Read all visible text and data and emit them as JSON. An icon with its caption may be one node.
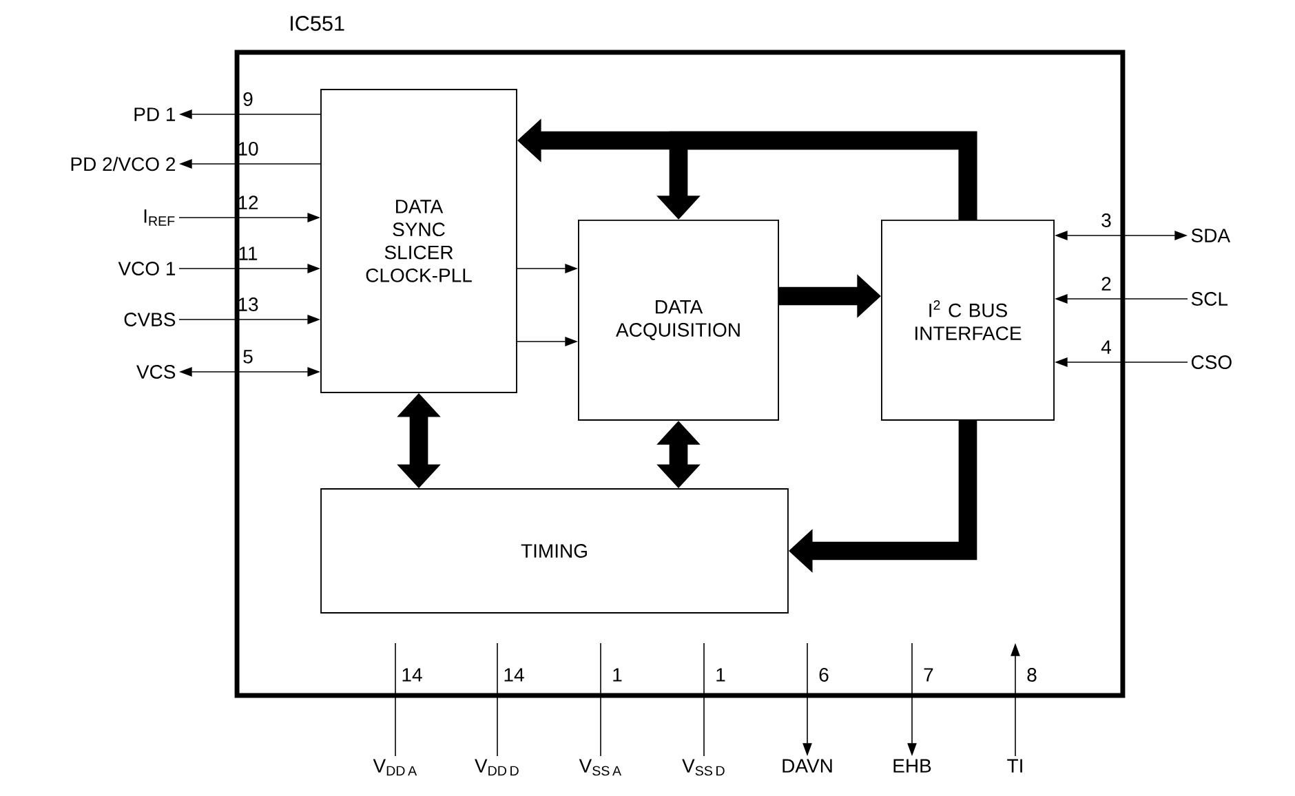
{
  "diagram": {
    "nodes": [
      {
        "text": [
          "IC551"
        ]
      },
      {
        "text": [
          "DATA SYNC SLICER CLOCK-PLL"
        ],
        "in": 0
      },
      {
        "text": [
          "DATA ACQUISITION"
        ],
        "in": 0
      },
      {
        "text": [
          "I$^{2}$ C BUS INTERFACE"
        ],
        "in": 0
      },
      {
        "text": [
          "TIMING"
        ],
        "in": 0
      },
      {
        "text": [
          "PD 1"
        ]
      },
      {
        "text": [
          "PD 2/VCO 2"
        ]
      },
      {
        "text": [
          "\\mathrm{I}_{\\mathrm{REF}}"
        ]
      },
      {
        "text": [
          "VCO 1"
        ]
      },
      {
        "text": [
          "CVBS"
        ]
      },
      {
        "text": [
          "VCS"
        ]
      },
      {
        "text": [
          "SDA"
        ]
      },
      {
        "text": [
          "SCL"
        ]
      },
      {
        "text": [
          "CSO"
        ]
      },
      {
        "text": [
          "\\mathrm{V}_{\\mathrm{DD\\,A}}"
        ]
      },
      {
        "text": [
          "\\mathrm{V}_{\\mathrm{DD\\,D}}"
        ]
      },
      {
        "text": [
          "\\mathrm{V}_{\\mathrm{SS\\,A}}"
        ]
      },
      {
        "text": [
          "\\mathrm{V}_{\\mathrm{SS\\,D}}"
        ]
      },
      {
        "text": [
          "DAVN"
        ]
      },
      {
        "text": [
          "EHB"
        ]
      },
      {
        "text": [
          "TI"
        ]
      }
    ],
    "edges": [
      {
        "from": 1,
        "to": 5,
        "arrow": "to",
        "label": "9"
      },
      {
        "from": 1,
        "to": 6,
        "arrow": "to",
        "label": "10"
      },
      {
        "from": 7,
        "to": 1,
        "arrow": "to",
        "label": "12"
      },
      {
        "from": 8,
        "to": 1,
        "arrow": "to",
        "label": "11"
      },
      {
        "from": 9,
        "to": 1,
        "arrow": "to",
        "label": "13"
      },
      {
        "from": 10,
        "to": 1,
        "arrow": "both",
        "label": "5"
      },
      {
        "from": 3,
        "to": 11,
        "arrow": "both",
        "label": "3"
      },
      {
        "from": 12,
        "to": 3,
        "arrow": "to",
        "label": "2"
      },
      {
        "from": 13,
        "to": 3,
        "arrow": "to",
        "label": "4"
      },
      {
        "from": null,
        "to": 14,
        "arrow": "none",
        "label": "14"
      },
      {
        "from": null,
        "to": 15,
        "arrow": "none",
        "label": "14"
      },
      {
        "from": null,
        "to": 16,
        "arrow": "none",
        "label": "1"
      },
      {
        "from": null,
        "to": 17,
        "arrow": "none",
        "label": "1"
      },
      {
        "from": null,
        "to": 18,
        "arrow": "to",
        "label": "6"
      },
      {
        "from": null,
        "to": 19,
        "arrow": "to",
        "label": "7"
      },
      {
        "from": 20,
        "to": null,
        "arrow": "to",
        "label": "8"
      },
      {
        "from": 1,
        "to": 2,
        "arrow": "to"
      },
      {
        "from": 1,
        "to": 2,
        "arrow": "to"
      },
      {
        "from": 2,
        "to": 3,
        "arrow": "to",
        "style": "thick"
      },
      {
        "from": 3,
        "to": 1,
        "arrow": "to",
        "style": "thick"
      },
      {
        "from": 3,
        "to": 2,
        "arrow": "to",
        "style": "thick"
      },
      {
        "from": 1,
        "to": 4,
        "arrow": "both",
        "style": "thick"
      },
      {
        "from": 2,
        "to": 4,
        "arrow": "both",
        "style": "thick"
      },
      {
        "from": 3,
        "to": 4,
        "arrow": "to",
        "style": "thick"
      }
    ]
  }
}
